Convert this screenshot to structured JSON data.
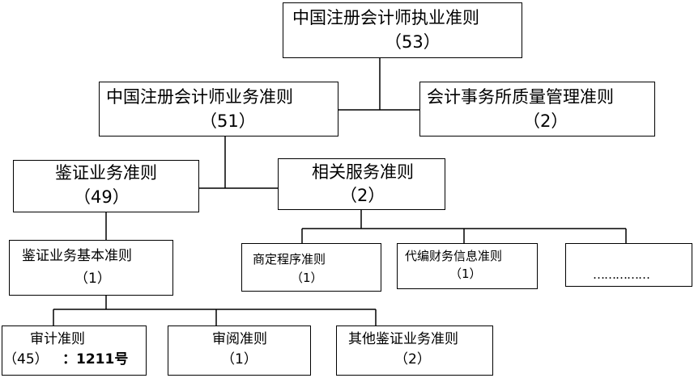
{
  "root": {
    "title": "中国注册会计师执业准则",
    "count": "（53）"
  },
  "business": {
    "title": "中国注册会计师业务准则",
    "count": "（51）"
  },
  "quality": {
    "title": "会计事务所质量管理准则",
    "count": "（2）"
  },
  "assurance": {
    "title": "鉴证业务准则",
    "count": "（49）"
  },
  "related": {
    "title": "相关服务准则",
    "count": "（2）"
  },
  "assurance_basic": {
    "title": "鉴证业务基本准则",
    "count": "（1）"
  },
  "agreed_procedures": {
    "title": "商定程序准则",
    "count": "（1）"
  },
  "compilation": {
    "title": "代编财务信息准则",
    "count": "（1）"
  },
  "more": {
    "title": "……………"
  },
  "audit": {
    "title": "审计准则",
    "count": "（45）",
    "extra": "：1211号"
  },
  "review": {
    "title": "审阅准则",
    "count": "（1）"
  },
  "other_assurance": {
    "title": "其他鉴证业务准则",
    "count": "（2）"
  },
  "colors": {
    "line": "#000000",
    "box_border": "#000000",
    "background": "#ffffff"
  }
}
